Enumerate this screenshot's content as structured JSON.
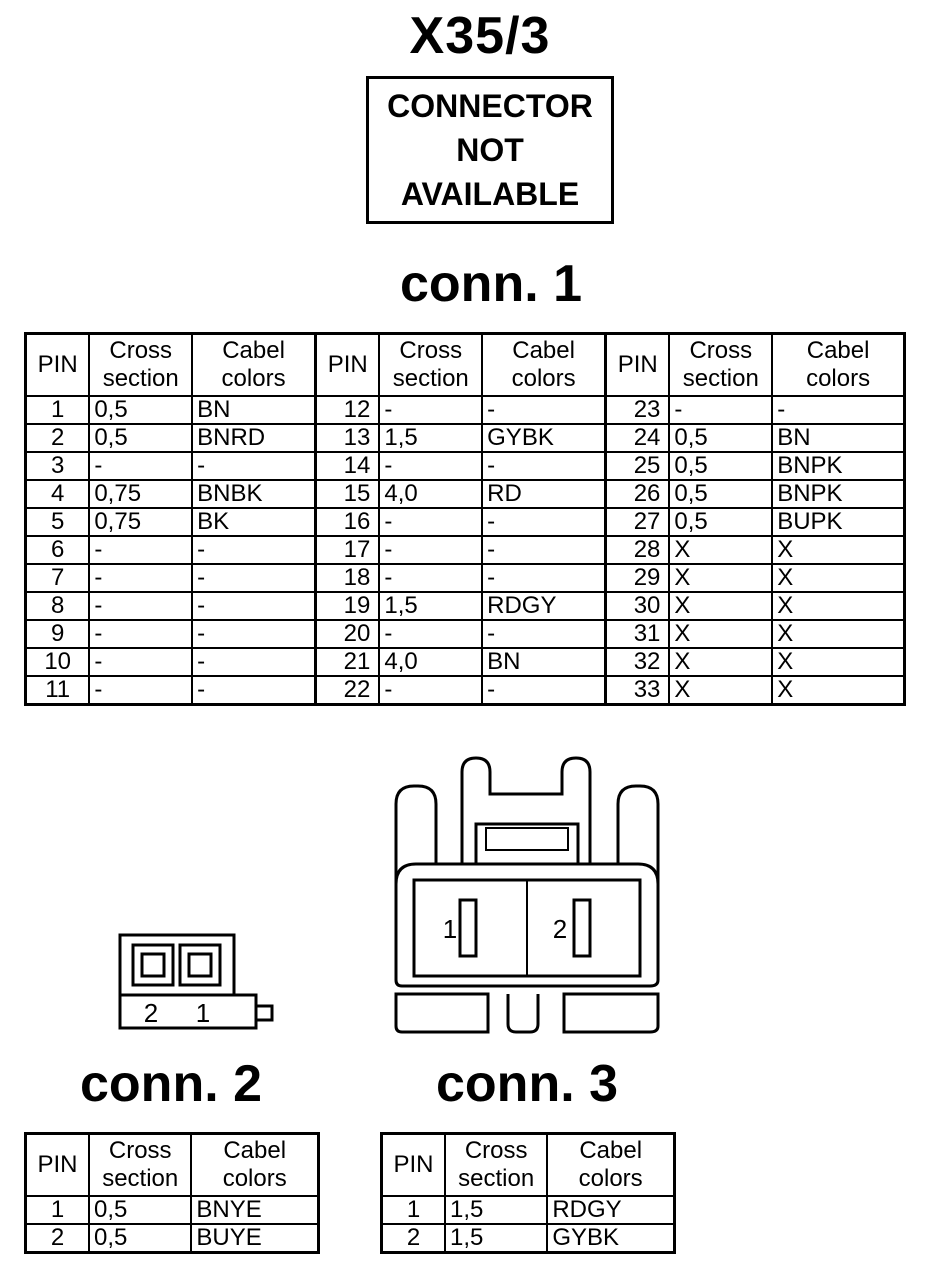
{
  "title": "X35/3",
  "notice": {
    "line1": "CONNECTOR",
    "line2": "NOT",
    "line3": "AVAILABLE"
  },
  "headers": {
    "pin": "PIN",
    "cross1": "Cross",
    "cross2": "section",
    "cabel1": "Cabel",
    "cabel2": "colors"
  },
  "conn1": {
    "label": "conn. 1",
    "rows": [
      [
        "1",
        "0,5",
        "BN",
        "12",
        "-",
        "-",
        "23",
        "-",
        "-"
      ],
      [
        "2",
        "0,5",
        "BNRD",
        "13",
        "1,5",
        "GYBK",
        "24",
        "0,5",
        "BN"
      ],
      [
        "3",
        "-",
        "-",
        "14",
        "-",
        "-",
        "25",
        "0,5",
        "BNPK"
      ],
      [
        "4",
        "0,75",
        "BNBK",
        "15",
        "4,0",
        "RD",
        "26",
        "0,5",
        "BNPK"
      ],
      [
        "5",
        "0,75",
        "BK",
        "16",
        "-",
        "-",
        "27",
        "0,5",
        "BUPK"
      ],
      [
        "6",
        "-",
        "-",
        "17",
        "-",
        "-",
        "28",
        "X",
        "X"
      ],
      [
        "7",
        "-",
        "-",
        "18",
        "-",
        "-",
        "29",
        "X",
        "X"
      ],
      [
        "8",
        "-",
        "-",
        "19",
        "1,5",
        "RDGY",
        "30",
        "X",
        "X"
      ],
      [
        "9",
        "-",
        "-",
        "20",
        "-",
        "-",
        "31",
        "X",
        "X"
      ],
      [
        "10",
        "-",
        "-",
        "21",
        "4,0",
        "BN",
        "32",
        "X",
        "X"
      ],
      [
        "11",
        "-",
        "-",
        "22",
        "-",
        "-",
        "33",
        "X",
        "X"
      ]
    ]
  },
  "conn2": {
    "label": "conn. 2",
    "pin_labels": [
      "2",
      "1"
    ],
    "rows": [
      [
        "1",
        "0,5",
        "BNYE"
      ],
      [
        "2",
        "0,5",
        "BUYE"
      ]
    ]
  },
  "conn3": {
    "label": "conn. 3",
    "pin_labels": [
      "1",
      "2"
    ],
    "rows": [
      [
        "1",
        "1,5",
        "RDGY"
      ],
      [
        "2",
        "1,5",
        "GYBK"
      ]
    ]
  }
}
